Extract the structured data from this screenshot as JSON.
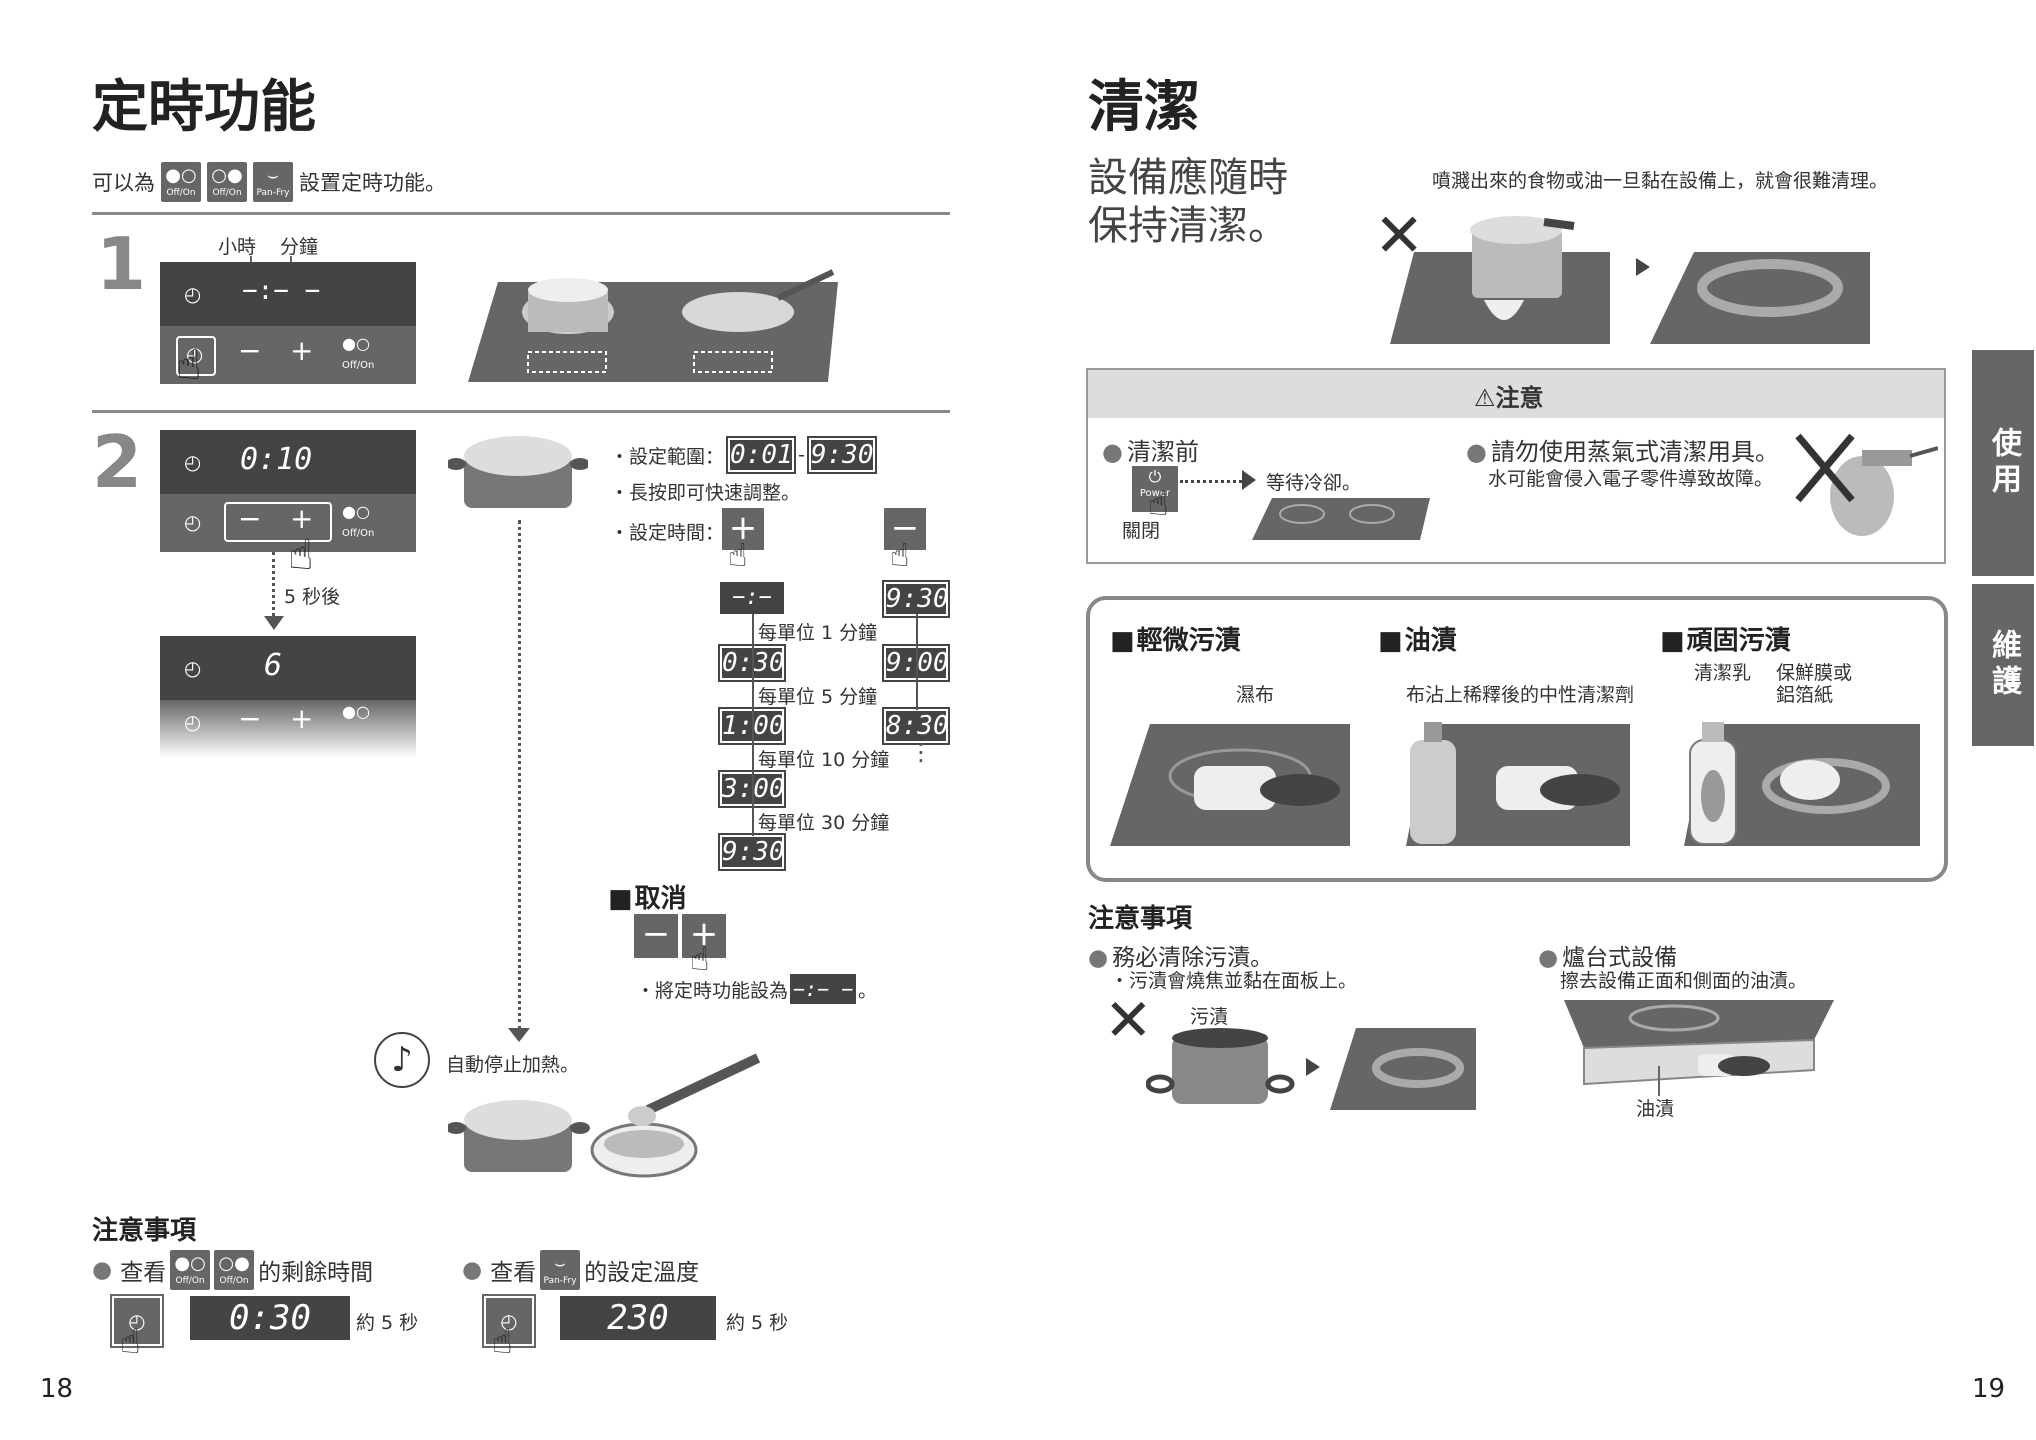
{
  "left": {
    "title": "定時功能",
    "intro_prefix": "可以為",
    "intro_suffix": "設置定時功能。",
    "key_offon": "Off/On",
    "key_panfry": "Pan-Fry",
    "step1": {
      "num": "1",
      "label_hour": "小時",
      "label_min": "分鐘",
      "display": "−:− −",
      "minus": "−",
      "plus": "+"
    },
    "step2": {
      "num": "2",
      "display": "0:10",
      "after": "5 秒後",
      "display_after": "6",
      "range_label": "・設定範圍：",
      "range_from": "0:01",
      "range_dash": "-",
      "range_to": "9:30",
      "hold_note": "・長按即可快速調整。",
      "set_time_label": "・設定時間：",
      "seq_up": [
        "−:− −",
        "0:30",
        "1:00",
        "3:00",
        "9:30"
      ],
      "seq_down": [
        "9:30",
        "9:00",
        "8:30"
      ],
      "step_notes": [
        "每單位 1 分鐘",
        "每單位 5 分鐘",
        "每單位 10 分鐘",
        "每單位 30 分鐘"
      ],
      "down_more": "⋮"
    },
    "cancel": {
      "title": "取消",
      "note_prefix": "・將定時功能設為",
      "note_value": "−:− −",
      "note_suffix": "。"
    },
    "auto_stop": "自動停止加熱。",
    "notes": {
      "title": "注意事項",
      "check1_prefix": "查看",
      "check1_suffix": "的剩餘時間",
      "check1_display": "0:30",
      "check1_time": "約 5 秒",
      "check2_prefix": "查看",
      "check2_suffix": "的設定溫度",
      "check2_display": "230",
      "check2_time": "約 5 秒"
    },
    "page": "18"
  },
  "right": {
    "title": "清潔",
    "lead_line1": "設備應隨時",
    "lead_line2": "保持清潔。",
    "spill_note": "噴濺出來的食物或油一旦黏在設備上，就會很難清理。",
    "caution": {
      "title": "注意",
      "before_title": "清潔前",
      "power_label": "Power",
      "off_label": "關閉",
      "wait": "等待冷卻。",
      "steam_title": "請勿使用蒸氣式清潔用具。",
      "steam_note": "水可能會侵入電子零件導致故障。"
    },
    "stains": {
      "light": {
        "title": "輕微污漬",
        "tool": "濕布"
      },
      "oil": {
        "title": "油漬",
        "tool": "布沾上稀釋後的中性清潔劑"
      },
      "hard": {
        "title": "頑固污漬",
        "tool1": "清潔乳",
        "tool2": "保鮮膜或",
        "tool3": "鋁箔紙"
      }
    },
    "notes": {
      "title": "注意事項",
      "must_title": "務必清除污漬。",
      "must_note": "・污漬會燒焦並黏在面板上。",
      "stain_label": "污漬",
      "stove_title": "爐台式設備",
      "stove_note": "擦去設備正面和側面的油漬。",
      "oil_label": "油漬"
    },
    "tabs": [
      "使用",
      "維護"
    ],
    "page": "19"
  }
}
